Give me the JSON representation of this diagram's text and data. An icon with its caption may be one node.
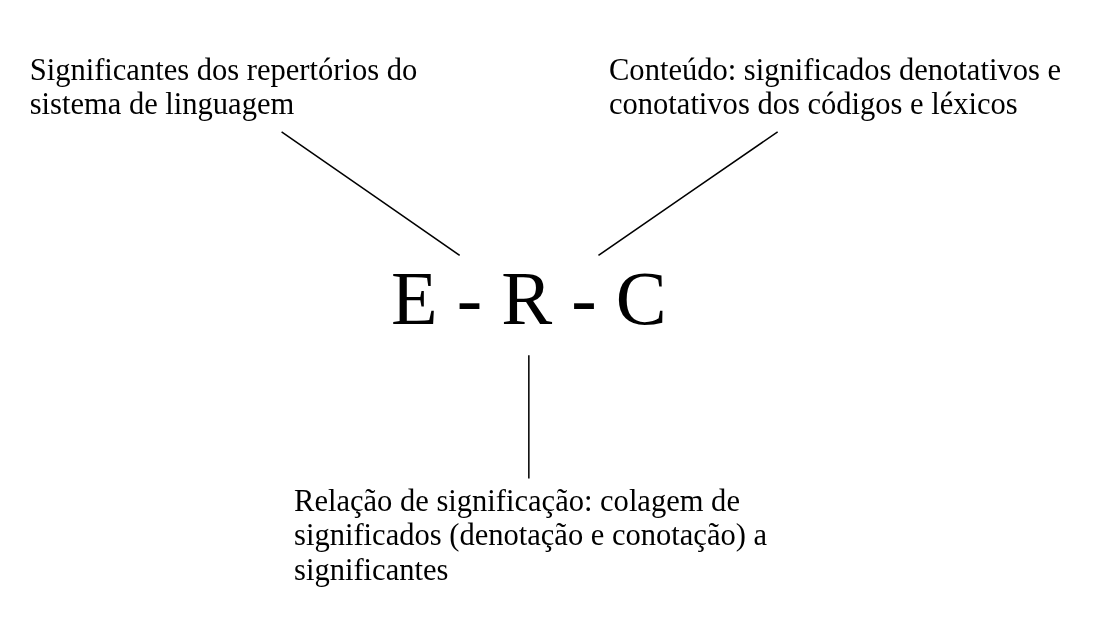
{
  "diagram": {
    "nodes": [
      {
        "text": [
          "Significantes dos repertórios do sistema de linguagem"
        ]
      },
      {
        "text": [
          "Conteúdo: significados denotativos e conotativos dos códigos e léxicos"
        ]
      },
      {
        "text": [
          "E - R - C"
        ]
      },
      {
        "text": [
          "Relação de significação: colagem de significados (denotação e conotação) a significantes"
        ]
      }
    ],
    "edges": [
      {
        "from": 0,
        "to": 2,
        "arrow": "none"
      },
      {
        "from": 1,
        "to": 2,
        "arrow": "none"
      },
      {
        "from": 3,
        "to": 2,
        "arrow": "none"
      }
    ]
  }
}
